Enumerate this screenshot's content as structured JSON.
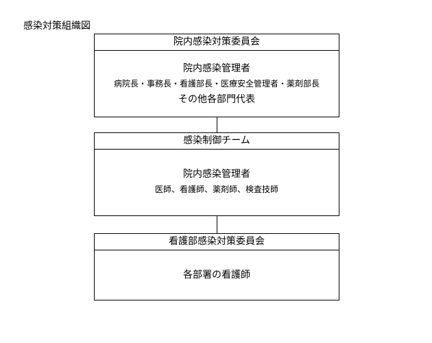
{
  "title": "感染対策組織図",
  "boxes": [
    {
      "header": "院内感染対策委員会",
      "lines": [
        "院内感染管理者",
        "病院長・事務長・看護部長・医療安全管理者・薬剤部長",
        "その他各部門代表"
      ]
    },
    {
      "header": "感染制御チーム",
      "lines": [
        "院内感染管理者",
        "医師、看護師、薬剤師、検査技師"
      ]
    },
    {
      "header": "看護部感染対策委員会",
      "lines": [
        "各部署の看護師"
      ]
    }
  ]
}
